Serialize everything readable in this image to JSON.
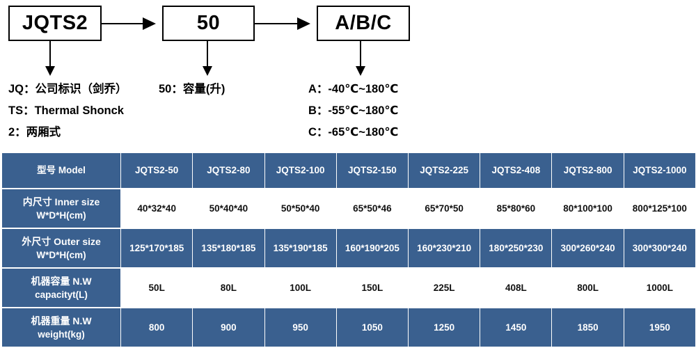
{
  "diagram": {
    "boxes": [
      {
        "name": "model-code",
        "label": "JQTS2"
      },
      {
        "name": "volume-code",
        "label": "50"
      },
      {
        "name": "temp-code",
        "label": "A/B/C"
      }
    ],
    "legend_model": [
      "JQ：公司标识（剑乔）",
      "TS：Thermal Shonck",
      "2：两厢式"
    ],
    "legend_volume": [
      "50：容量(升)"
    ],
    "legend_temp": [
      "A：-40℃~180℃",
      "B：-55℃~180℃",
      "C：-65℃~180℃"
    ]
  },
  "table": {
    "header_label": "型号 Model",
    "models": [
      "JQTS2-50",
      "JQTS2-80",
      "JQTS2-100",
      "JQTS2-150",
      "JQTS2-225",
      "JQTS2-408",
      "JQTS2-800",
      "JQTS2-1000"
    ],
    "rows": [
      {
        "label_cjk": "内尺寸 Inner size",
        "label_en": "W*D*H(cm)",
        "style": "white",
        "values": [
          "40*32*40",
          "50*40*40",
          "50*50*40",
          "65*50*46",
          "65*70*50",
          "85*80*60",
          "80*100*100",
          "800*125*100"
        ]
      },
      {
        "label_cjk": "外尺寸 Outer size",
        "label_en": "W*D*H(cm)",
        "style": "blue",
        "values": [
          "125*170*185",
          "135*180*185",
          "135*190*185",
          "160*190*205",
          "160*230*210",
          "180*250*230",
          "300*260*240",
          "300*300*240"
        ]
      },
      {
        "label_cjk": "机器容量 N.W",
        "label_en": "capacityt(L)",
        "style": "white",
        "values": [
          "50L",
          "80L",
          "100L",
          "150L",
          "225L",
          "408L",
          "800L",
          "1000L"
        ]
      },
      {
        "label_cjk": "机器重量 N.W",
        "label_en": "weight(kg)",
        "style": "blue",
        "values": [
          "800",
          "900",
          "950",
          "1050",
          "1250",
          "1450",
          "1850",
          "1950"
        ]
      }
    ]
  },
  "colors": {
    "table_blue": "#3a608f",
    "table_white": "#ffffff",
    "line_black": "#000000"
  }
}
